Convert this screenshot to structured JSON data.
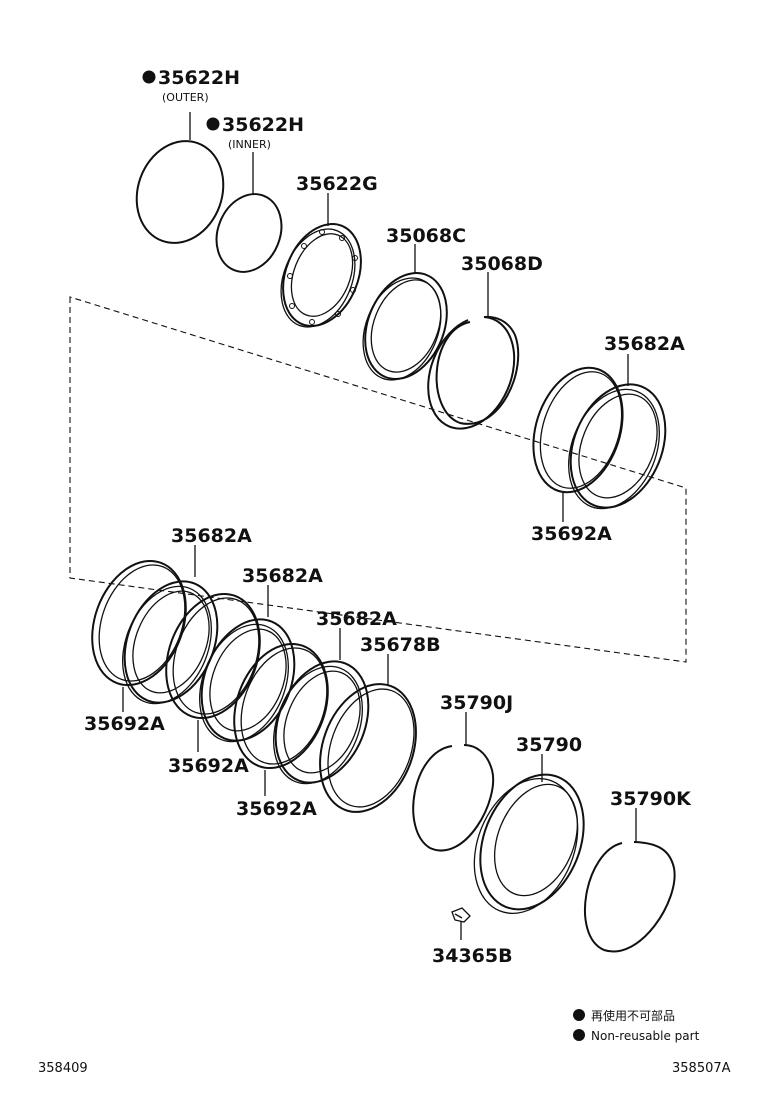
{
  "parts": {
    "p35622h_outer": {
      "number": "35622H",
      "qualifier": "(OUTER)",
      "non_reusable": true
    },
    "p35622h_inner": {
      "number": "35622H",
      "qualifier": "(INNER)",
      "non_reusable": true
    },
    "p35622g": {
      "number": "35622G"
    },
    "p35068c": {
      "number": "35068C"
    },
    "p35068d": {
      "number": "35068D"
    },
    "p35682a_top": {
      "number": "35682A"
    },
    "p35692a_top": {
      "number": "35692A"
    },
    "p35682a_1": {
      "number": "35682A"
    },
    "p35682a_2": {
      "number": "35682A"
    },
    "p35682a_3": {
      "number": "35682A"
    },
    "p35678b": {
      "number": "35678B"
    },
    "p35692a_1": {
      "number": "35692A"
    },
    "p35692a_2": {
      "number": "35692A"
    },
    "p35692a_3": {
      "number": "35692A"
    },
    "p35790j": {
      "number": "35790J"
    },
    "p35790": {
      "number": "35790"
    },
    "p35790k": {
      "number": "35790K"
    },
    "p34365b": {
      "number": "34365B"
    }
  },
  "legend": {
    "jp": "再使用不可部品",
    "en": "Non-reusable part"
  },
  "codes": {
    "left": "358409",
    "right": "358507A"
  }
}
